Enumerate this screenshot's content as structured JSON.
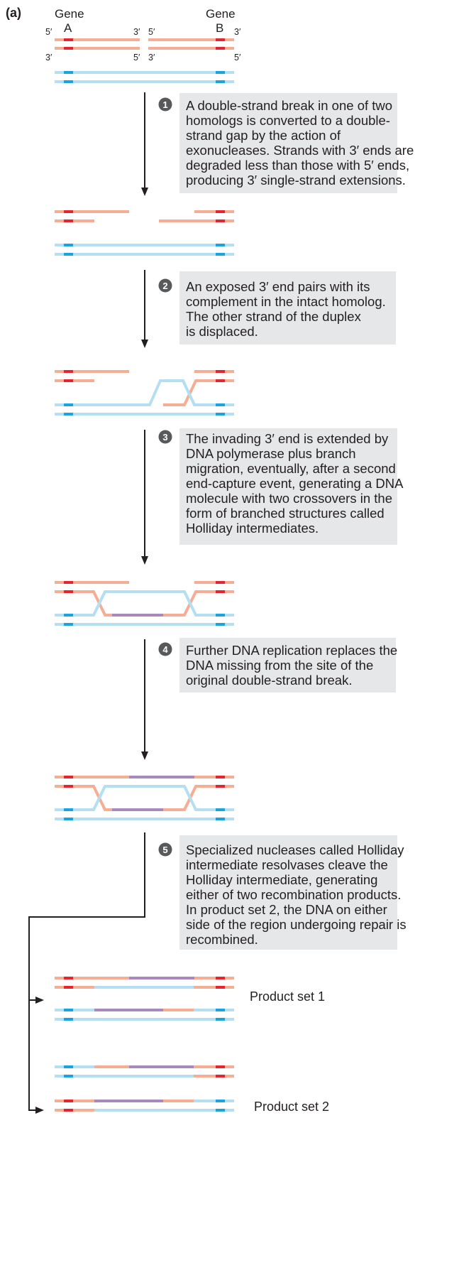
{
  "figure_label": "(a)",
  "gene_a": {
    "word": "Gene",
    "letter": "A"
  },
  "gene_b": {
    "word": "Gene",
    "letter": "B"
  },
  "ends": {
    "five": "5′",
    "three": "3′"
  },
  "steps": [
    {
      "number": "1",
      "lines": [
        "A double-strand break in one of two",
        "homologs is converted to a double-",
        "strand gap by the action of",
        "exonucleases. Strands with 3′ ends are",
        "degraded less than those with 5′ ends,",
        "producing 3′ single-strand extensions."
      ]
    },
    {
      "number": "2",
      "lines": [
        "An exposed 3′ end pairs with its",
        "complement in the intact homolog.",
        "The other strand of the duplex",
        "is displaced."
      ]
    },
    {
      "number": "3",
      "lines": [
        "The invading 3′ end is extended by",
        "DNA polymerase plus branch",
        "migration, eventually, after a second",
        "end-capture event, generating a DNA",
        "molecule with two crossovers in the",
        "form of branched structures called",
        "Holliday intermediates."
      ]
    },
    {
      "number": "4",
      "lines": [
        "Further DNA replication replaces the",
        "DNA missing from the site of the",
        "original double-strand break."
      ]
    },
    {
      "number": "5",
      "lines": [
        "Specialized nucleases called Holliday",
        "intermediate resolvases cleave the",
        "Holliday intermediate, generating",
        "either of two recombination products.",
        "In product set 2, the DNA on either",
        "side of the region undergoing repair is",
        "recombined."
      ]
    }
  ],
  "products": [
    "Product set 1",
    "Product set 2"
  ],
  "colors": {
    "salmon": "#f6ad94",
    "light_blue": "#b4dff3",
    "red_marker": "#e5242b",
    "blue_marker": "#1aa3dc",
    "purple": "#a988be",
    "panel_bg": "#e6e7e8",
    "circle": "#58595b",
    "arrow": "#231f20"
  }
}
